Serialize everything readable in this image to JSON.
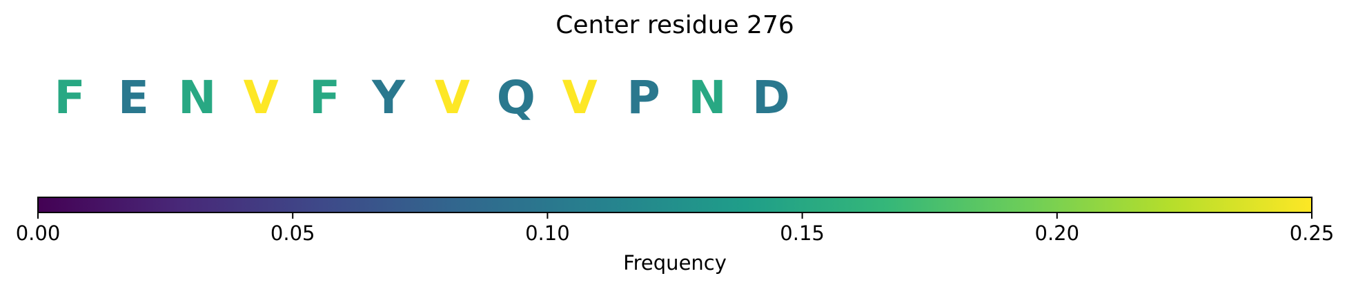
{
  "chart_data": {
    "type": "sequence-logo",
    "title": "Center residue 276",
    "residues": [
      {
        "letter": "F",
        "frequency": 0.15
      },
      {
        "letter": "E",
        "frequency": 0.1
      },
      {
        "letter": "N",
        "frequency": 0.15
      },
      {
        "letter": "V",
        "frequency": 0.25
      },
      {
        "letter": "F",
        "frequency": 0.15
      },
      {
        "letter": "Y",
        "frequency": 0.1
      },
      {
        "letter": "V",
        "frequency": 0.25
      },
      {
        "letter": "Q",
        "frequency": 0.1
      },
      {
        "letter": "V",
        "frequency": 0.25
      },
      {
        "letter": "P",
        "frequency": 0.1
      },
      {
        "letter": "N",
        "frequency": 0.15
      },
      {
        "letter": "D",
        "frequency": 0.1
      }
    ],
    "colorbar": {
      "label": "Frequency",
      "range": [
        0,
        0.25
      ],
      "ticks": [
        0,
        0.05,
        0.1,
        0.15,
        0.2,
        0.25
      ],
      "tick_labels": [
        "0.00",
        "0.05",
        "0.10",
        "0.15",
        "0.20",
        "0.25"
      ],
      "colormap": "viridis",
      "colormap_stops": [
        "#440154",
        "#482878",
        "#3e4989",
        "#31688e",
        "#26828e",
        "#1f9e89",
        "#35b779",
        "#6ece58",
        "#b5de2b",
        "#fde725"
      ]
    }
  }
}
